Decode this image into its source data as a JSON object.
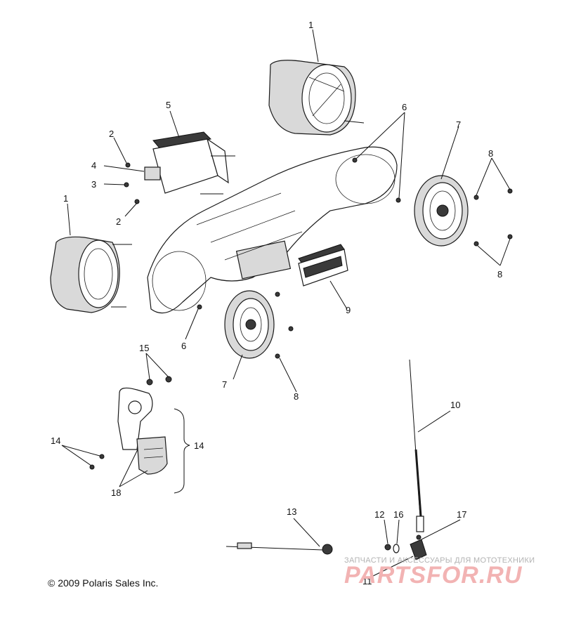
{
  "diagram": {
    "callouts": {
      "c1_top": "1",
      "c1_left": "1",
      "c2_top": "2",
      "c2_bottom": "2",
      "c3": "3",
      "c4": "4",
      "c5": "5",
      "c6_top": "6",
      "c6_bottom": "6",
      "c7_right": "7",
      "c7_center": "7",
      "c8_top": "8",
      "c8_mid": "8",
      "c8_bottom": "8",
      "c9": "9",
      "c10": "10",
      "c11": "11",
      "c12": "12",
      "c13": "13",
      "c14_left": "14",
      "c14_right": "14",
      "c15": "15",
      "c16": "16",
      "c17": "17",
      "c18": "18"
    }
  },
  "footer": {
    "copyright": "© 2009 Polaris Sales Inc."
  },
  "watermark": {
    "tagline": "ЗАПЧАСТИ И АКСЕССУАРЫ ДЛЯ МОТОТЕХНИКИ",
    "brand": "PARTSFOR.RU"
  }
}
